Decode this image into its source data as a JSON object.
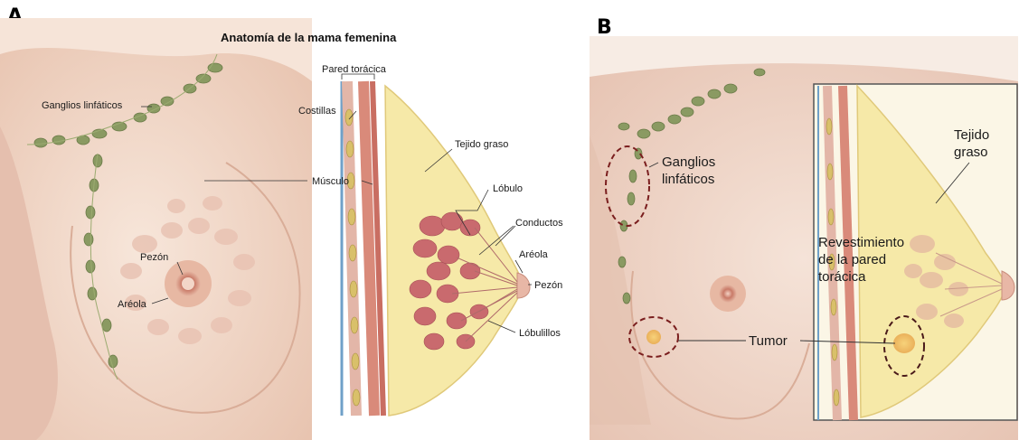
{
  "panel_a": {
    "letter": "A",
    "title": "Anatomía de la mama femenina",
    "labels": {
      "ganglios": "Ganglios linfáticos",
      "pared": "Pared torácica",
      "costillas": "Costillas",
      "musculo": "Músculo",
      "tejido": "Tejido graso",
      "lobulo": "Lóbulo",
      "conductos": "Conductos",
      "areola_right": "Aréola",
      "pezon_right": "Pezón",
      "lobulillos": "Lóbulillos",
      "pezon_left": "Pezón",
      "areola_left": "Aréola"
    }
  },
  "panel_b": {
    "letter": "B",
    "labels": {
      "ganglios_1": "Ganglios",
      "ganglios_2": "linfáticos",
      "tejido_1": "Tejido",
      "tejido_2": "graso",
      "revest_1": "Revestimiento",
      "revest_2": "de la pared",
      "revest_3": "torácica",
      "tumor": "Tumor"
    }
  },
  "colors": {
    "skin": "#f3dccd",
    "fat": "#f6e9a8",
    "muscle": "#d98a7a",
    "lobule": "#c96a6e",
    "node": "#8a9a62",
    "tumor": "#f0c060"
  }
}
